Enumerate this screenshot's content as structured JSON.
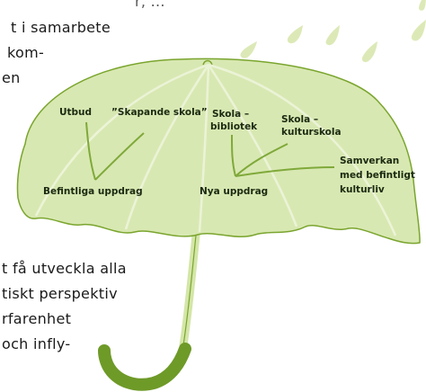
{
  "text": {
    "line1": "r, ...",
    "line2": "t i samarbete",
    "line3": "kom-",
    "line4": "en",
    "line5": "t få utveckla alla",
    "line6": "tiskt perspektiv",
    "line7": "rfarenhet",
    "line8": "och infly-"
  },
  "diagram": {
    "labels": {
      "utbud": "Utbud",
      "skapande": "”Skapande skola”",
      "befintliga": "Befintliga uppdrag",
      "skola_bib_1": "Skola –",
      "skola_bib_2": "bibliotek",
      "skola_kul_1": "Skola –",
      "skola_kul_2": "kulturskola",
      "samverkan_1": "Samverkan",
      "samverkan_2": "med befintligt",
      "samverkan_3": "kulturliv",
      "nya": "Nya uppdrag"
    }
  },
  "colors": {
    "canopy": "#d8e8b2",
    "canopy_edge": "#7aa52e",
    "drop": "#dce9b7",
    "handle": "#6e9a28",
    "line": "#7fa93a"
  }
}
